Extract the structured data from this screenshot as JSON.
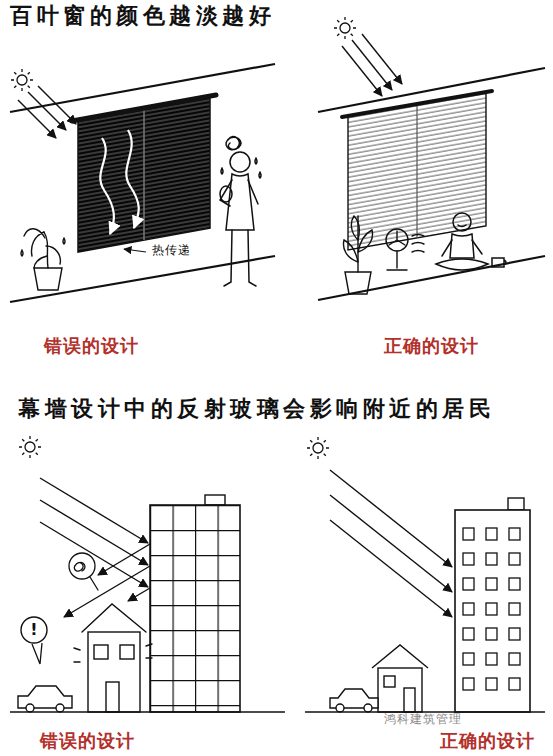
{
  "diagram": {
    "title": "百叶窗的颜色越淡越好",
    "nodes": [
      {
        "text": [
          "!"
        ]
      }
    ],
    "labels": [
      "热传递",
      "错误的设计",
      "正确的设计",
      "幕墙设计中的反射玻璃会影响附近的居民",
      "错误的设计",
      "正确的设计",
      "鸿科建筑管理"
    ]
  }
}
